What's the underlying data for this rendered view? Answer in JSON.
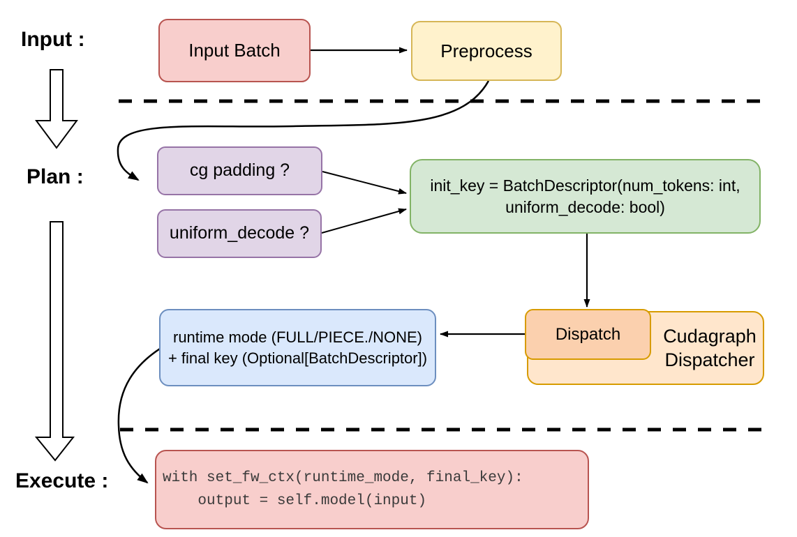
{
  "diagram": {
    "phases": {
      "input_label": "Input :",
      "plan_label": "Plan :",
      "execute_label": "Execute :"
    },
    "nodes": {
      "input_batch": {
        "label": "Input Batch"
      },
      "preprocess": {
        "label": "Preprocess"
      },
      "cg_padding": {
        "label": "cg padding ?"
      },
      "uniform_decode": {
        "label": "uniform_decode ?"
      },
      "init_key": {
        "line1": "init_key = BatchDescriptor(num_tokens: int,",
        "line2": "uniform_decode: bool)"
      },
      "dispatch": {
        "label": "Dispatch"
      },
      "cudagraph_dispatcher": {
        "line1": "Cudagraph",
        "line2": "Dispatcher"
      },
      "runtime_mode": {
        "line1": "runtime mode (FULL/PIECE./NONE)",
        "line2": "+ final key (Optional[BatchDescriptor])"
      },
      "execute_code": {
        "line1": "with set_fw_ctx(runtime_mode, final_key):",
        "line2": "    output = self.model(input)"
      }
    },
    "colors": {
      "red_fill": "#F8CECC",
      "red_stroke": "#B85450",
      "yellow_fill": "#FFF2CC",
      "yellow_stroke": "#D6B656",
      "purple_fill": "#E1D5E7",
      "purple_stroke": "#9673A6",
      "green_fill": "#D5E8D4",
      "green_stroke": "#82B366",
      "orange_outer_fill": "#FFE6CC",
      "orange_inner_fill": "#FBD0AE",
      "orange_stroke": "#D79B00",
      "blue_fill": "#DAE8FC",
      "blue_stroke": "#6C8EBF",
      "line_color": "#000000"
    }
  }
}
